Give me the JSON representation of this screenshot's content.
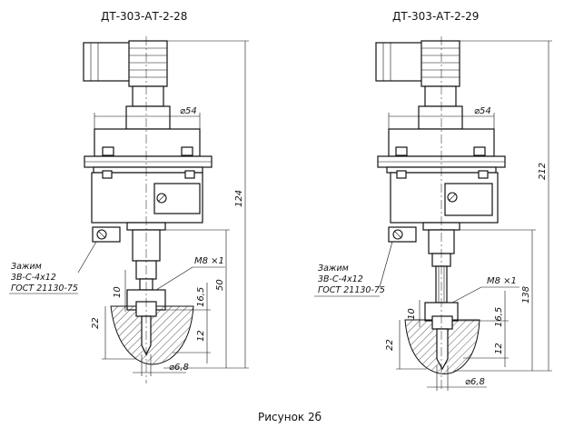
{
  "figure": {
    "caption": "Рисунок 2б"
  },
  "left_view": {
    "title": "ДТ-303-АТ-2-28",
    "diameter_body": "⌀54",
    "height_total": "124",
    "height_lower": "50",
    "thread": "М8 ×1",
    "d_tip": "⌀6,8",
    "dim_10": "10",
    "dim_16_5": "16,5",
    "dim_22": "22",
    "dim_12": "12",
    "clamp_label": [
      "Зажим",
      "3В-С-4х12",
      "ГОСТ 21130-75"
    ]
  },
  "right_view": {
    "title": "ДТ-303-АТ-2-29",
    "diameter_body": "⌀54",
    "height_total": "212",
    "height_lower": "138",
    "thread": "М8 ×1",
    "d_tip": "⌀6,8",
    "dim_10": "10",
    "dim_16_5": "16,5",
    "dim_22": "22",
    "dim_12": "12",
    "clamp_label": [
      "Зажим",
      "3В-С-4х12",
      "ГОСТ 21130-75"
    ]
  }
}
